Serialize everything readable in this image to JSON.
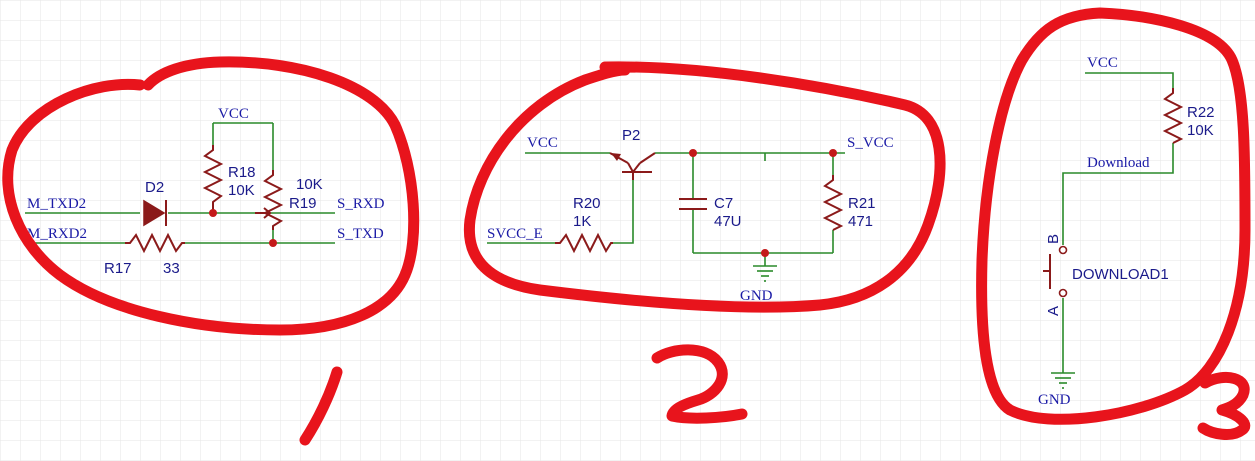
{
  "section1": {
    "net_vcc": "VCC",
    "net_m_txd2": "M_TXD2",
    "net_m_rxd2": "M_RXD2",
    "net_s_rxd": "S_RXD",
    "net_s_txd": "S_TXD",
    "d2_ref": "D2",
    "r18_ref": "R18",
    "r18_val": "10K",
    "r19_val": "10K",
    "r19_ref": "R19",
    "r17_ref": "R17",
    "r17_val": "33"
  },
  "section2": {
    "net_vcc": "VCC",
    "net_svcc_e": "SVCC_E",
    "net_s_vcc": "S_VCC",
    "p2_ref": "P2",
    "r20_ref": "R20",
    "r20_val": "1K",
    "c7_ref": "C7",
    "c7_val": "47U",
    "r21_ref": "R21",
    "r21_val": "471",
    "gnd": "GND"
  },
  "section3": {
    "net_vcc": "VCC",
    "net_download": "Download",
    "r22_ref": "R22",
    "r22_val": "10K",
    "pin_b": "B",
    "pin_a": "A",
    "switch_ref": "DOWNLOAD1",
    "gnd": "GND"
  },
  "annotations": {
    "num1": "1",
    "num2": "2",
    "num3": "3"
  },
  "colors": {
    "wire": "#2a8a2a",
    "component": "#8b1a1a",
    "net_label": "#1a1aa6",
    "junction": "#c41a1a",
    "annotation_ink": "#e8141c",
    "grid": "#e6e6e6"
  }
}
